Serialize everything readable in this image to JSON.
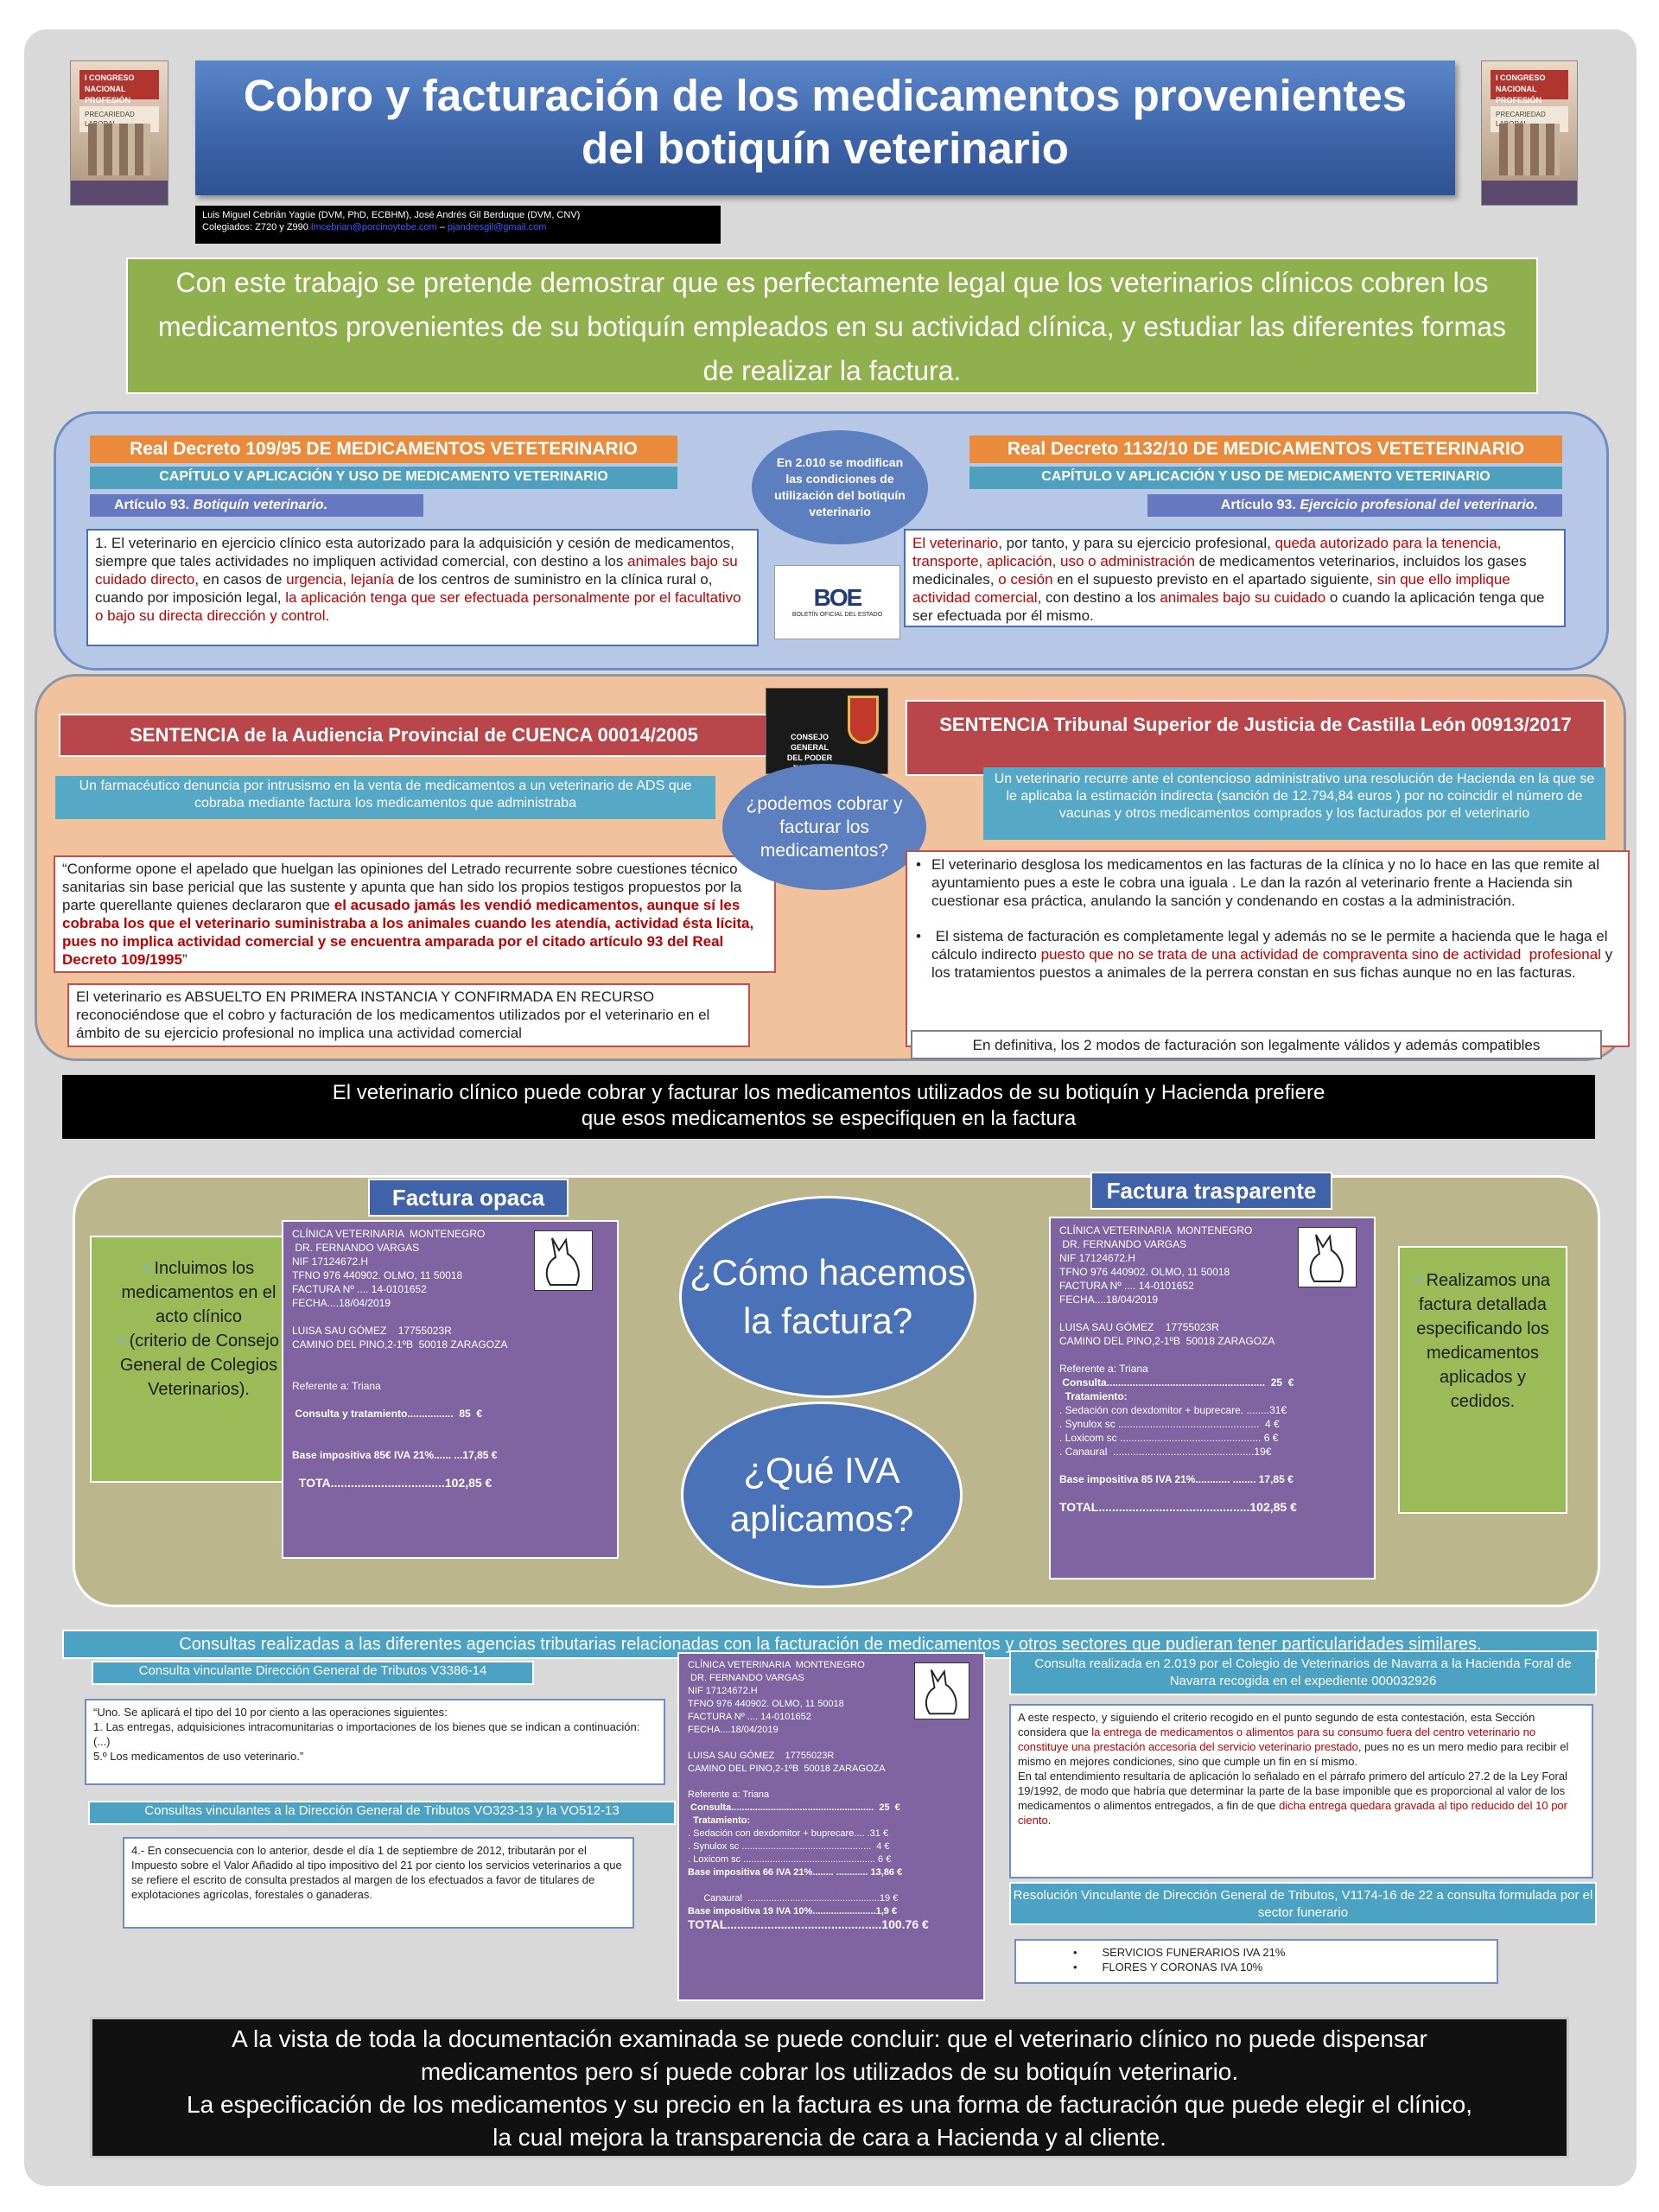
{
  "header": {
    "title_line1": "Cobro y facturación de los medicamentos provenientes",
    "title_line2": "del botiquín veterinario",
    "authors_line1": "Luis Miguel Cebrián Yagüe  (DVM, PhD, ECBHM), José Andrés Gil Berduque (DVM, CNV)",
    "authors_line2_prefix": "Colegiados: Z720 y  Z990 ",
    "email1": "lmcebrian@porcinoytebe.com",
    "email_sep": " – ",
    "email2": "pjandresgil@gmail.com",
    "logo_title": "I CONGRESO NACIONAL PROFESIÓN VETERINARIA",
    "logo_sub": "PRECARIEDAD LABORAL"
  },
  "intro": {
    "line1": "Con este trabajo se pretende demostrar que es perfectamente legal que los veterinarios clínicos cobren los",
    "line2": "medicamentos provenientes de su botiquín empleados en su actividad clínica, y estudiar las diferentes formas",
    "line3": "de realizar la factura."
  },
  "decrees": {
    "left_title": "Real Decreto 109/95  DE MEDICAMENTOS VETETERINARIO",
    "left_chapter": "CAPÍTULO V APLICACIÓN Y USO DE MEDICAMENTO VETERINARIO",
    "left_article_prefix": "Artículo 93. ",
    "left_article_name": "Botiquín veterinario.",
    "left_text": [
      {
        "t": "1. El veterinario en ejercicio clínico esta autorizado para la adquisición y cesión de medicamentos, siempre que tales actividades no impliquen actividad comercial, con destino a los ",
        "r": false
      },
      {
        "t": "animales bajo su cuidado directo",
        "r": true
      },
      {
        "t": ", en casos de ",
        "r": false
      },
      {
        "t": "urgencia, lejanía",
        "r": true
      },
      {
        "t": " de los centros de suministro en la clínica rural o, cuando por imposición legal, ",
        "r": false
      },
      {
        "t": "la aplicación tenga que ser efectuada personalmente por el facultativo o bajo su directa dirección y control",
        "r": true
      },
      {
        "t": ".",
        "r": false
      }
    ],
    "center_oval": "En 2.010 se modifican las condiciones de utilización del botiquín veterinario",
    "boe_logo": "BOE",
    "boe_caption": "BOLETÍN OFICIAL DEL ESTADO",
    "right_title": "Real Decreto 1132/10 DE MEDICAMENTOS VETETERINARIO",
    "right_chapter": "CAPÍTULO V APLICACIÓN Y USO DE MEDICAMENTO VETERINARIO",
    "right_article_prefix": "Artículo 93. ",
    "right_article_name": "Ejercicio profesional del veterinario.",
    "right_text": [
      {
        "t": "El veterinario",
        "r": true
      },
      {
        "t": ", por tanto, y para su ejercicio profesional, ",
        "r": false
      },
      {
        "t": "queda autorizado para la tenencia, transporte, aplicación, uso o administración",
        "r": true
      },
      {
        "t": " de medicamentos veterinarios, incluidos los gases medicinales, ",
        "r": false
      },
      {
        "t": "o cesión",
        "r": true
      },
      {
        "t": " en el supuesto previsto en el apartado siguiente, ",
        "r": false
      },
      {
        "t": "sin que ello implique actividad comercial",
        "r": true
      },
      {
        "t": ", con destino a los ",
        "r": false
      },
      {
        "t": "animales bajo su cuidado",
        "r": true
      },
      {
        "t": " o cuando la aplicación tenga que ser efectuada por él mismo.",
        "r": false
      }
    ]
  },
  "sentences": {
    "left_title": "SENTENCIA de la Audiencia Provincial de CUENCA 00014/2005",
    "left_summary": "Un farmacéutico denuncia por intrusismo  en la venta de  medicamentos a un veterinario de ADS  que cobraba mediante factura los medicamentos  que administraba",
    "left_quote": [
      {
        "t": "“Conforme opone el apelado que huelgan las opiniones del Letrado recurrente sobre cuestiones técnico sanitarias sin base pericial que las sustente y apunta que han sido los propios testigos propuestos por la parte querellante quienes declararon que ",
        "r": false
      },
      {
        "t": "el acusado jamás les vendió medicamentos, aunque sí les cobraba los que el veterinario suministraba a los animales cuando les atendía, actividad ésta lícita, pues no implica actividad comercial y se encuentra amparada por el citado artículo 93 del Real Decreto 109/1995",
        "r": true
      },
      {
        "t": "”",
        "r": false
      }
    ],
    "left_verdict": "El veterinario es ABSUELTO EN PRIMERA INSTANCIA Y CONFIRMADA EN RECURSO reconociéndose que el cobro y facturación de los medicamentos utilizados por el veterinario en el ámbito de su ejercicio profesional  no implica una  actividad comercial",
    "crest_line1": "CONSEJO GENERAL",
    "crest_line2": "DEL PODER JUDICIAL",
    "center_oval": "¿podemos cobrar y facturar los medicamentos?",
    "right_title": "SENTENCIA Tribunal Superior  de Justicia de  Castilla León 00913/2017",
    "right_summary": "Un veterinario recurre ante el contencioso administrativo una resolución de Hacienda en la que se le aplicaba la estimación indirecta (sanción de 12.794,84 euros ) por no coincidir el número de vacunas  y otros medicamentos comprados y los facturados por el veterinario",
    "right_bullet1": "El veterinario desglosa los medicamentos en las facturas de la clínica y no lo hace en las que remite al ayuntamiento pues a este le cobra una iguala . Le dan la razón al veterinario frente a Hacienda sin cuestionar esa práctica, anulando la sanción y condenando en costas a la administración.",
    "right_bullet2": [
      {
        "t": " El sistema de facturación es completamente legal y además no se le permite a hacienda que le haga el cálculo indirecto ",
        "r": false
      },
      {
        "t": "puesto que no se trata de una actividad de compraventa sino de actividad  profesional",
        "r": true
      },
      {
        "t": " y los tratamientos puestos a animales de la perrera constan en sus fichas aunque no en las facturas.",
        "r": false
      }
    ],
    "right_conclusion": "En definitiva, los 2 modos de facturación son legalmente válidos y además compatibles"
  },
  "summary_bar": {
    "line1": "El veterinario clínico puede cobrar y facturar los medicamentos utilizados de su botiquín y  Hacienda prefiere",
    "line2": "que esos medicamentos se especifiquen en la factura"
  },
  "invoices": {
    "opaque_title": "Factura opaca",
    "transparent_title": "Factura trasparente",
    "opaque_note_bullet": "•",
    "opaque_note_a": "Incluimos los medicamentos en el acto clínico",
    "opaque_note_b": "(criterio de Consejo General de Colegios Veterinarios).",
    "transparent_note": "Realizamos una factura detallada especificando los medicamentos aplicados y cedidos.",
    "oval1": "¿Cómo hacemos la factura?",
    "oval2": "¿Qué IVA aplicamos?",
    "opaque_lines": [
      "CLÍNICA VETERINARIA  MONTENEGRO",
      " DR. FERNANDO VARGAS",
      "NIF 17124672.H",
      "TFNO 976 440902. OLMO, 11 50018",
      "FACTURA Nº .... 14-0101652",
      "FECHA....18/04/2019",
      "",
      "LUISA SAU GÓMEZ    17755023R",
      "CAMINO DEL PINO,2-1ºB  50018 ZARAGOZA",
      "",
      "",
      "Referente a: Triana",
      "",
      " Consulta y tratamiento................  85  €",
      "",
      "",
      "Base impositiva 85€ IVA 21%...... ...17,85 €",
      "",
      "  TOTA..................................102,85 €"
    ],
    "transparent_lines": [
      "CLÍNICA VETERINARIA  MONTENEGRO",
      " DR. FERNANDO VARGAS",
      "NIF 17124672.H",
      "TFNO 976 440902. OLMO, 11 50018",
      "FACTURA Nº .... 14-0101652",
      "FECHA....18/04/2019",
      "",
      "LUISA SAU GÓMEZ    17755023R",
      "CAMINO DEL PINO,2-1ºB  50018 ZARAGOZA",
      "",
      "Referente a: Triana",
      " Consulta.......................................................  25  €",
      "  Tratamiento:",
      ". Sedación con dexdomitor + buprecare. ........31€",
      ". Synulox sc .................................................  4 €",
      ". Loxicom sc ................................................. 6 €",
      ". Canaural  .................................................19€",
      "",
      "Base impositiva 85 IVA 21%............ ........ 17,85 €",
      "",
      "TOTAL.............................................102,85 €"
    ]
  },
  "consultations": {
    "bar": "Consultas realizadas a las diferentes agencias tributarias relacionadas con la facturación de medicamentos y otros sectores que pudieran tener particularidades similares.",
    "c1_title": "Consulta  vinculante Dirección General de Tributos  V3386-14",
    "c1_text": "“Uno. Se aplicará el tipo del 10 por ciento a las operaciones siguientes:\n1. Las entregas, adquisiciones intracomunitarias o importaciones de los bienes que se indican a continuación:\n(...)\n5.º Los medicamentos de uso veterinario.”",
    "c2_title": "Consultas vinculantes  a la Dirección General de Tributos  VO323-13 y la VO512-13",
    "c2_text": "4.- En consecuencia con lo anterior, desde el día 1 de septiembre de 2012, tributarán por el Impuesto sobre el Valor Añadido al tipo impositivo del 21 por ciento los servicios veterinarios a que se refiere el escrito de consulta prestados al margen de los efectuados a favor de titulares de explotaciones agrícolas, forestales o ganaderas.",
    "center_invoice_lines": [
      "CLÍNICA VETERINARIA  MONTENEGRO",
      " DR. FERNANDO VARGAS",
      "NIF 17124672.H",
      "TFNO 976 440902. OLMO, 11 50018",
      "FACTURA Nº .... 14-0101652",
      "FECHA....18/04/2019",
      "",
      "LUISA SAU GÓMEZ    17755023R",
      "CAMINO DEL PINO,2-1ºB  50018 ZARAGOZA",
      "",
      "Referente a: Triana",
      " Consulta......................................................  25  €",
      "  Tratamiento:",
      ". Sedación con dexdomitor + buprecare.... .31 €",
      ". Synulox sc .................................................  4 €",
      ". Loxicom sc .................................................. 6 €",
      "Base impositiva 66 IVA 21%........ ............ 13,86 €",
      "",
      "      Canaural  ..................................................19 €",
      "Base impositiva 19 IVA 10%........................1,9 €",
      "TOTAL..............................................100.76 €"
    ],
    "c3_title": "Consulta realizada en 2.019 por el Colegio de Veterinarios de Navarra a la Hacienda Foral de Navarra recogida en el expediente 000032926",
    "c3_text": [
      {
        "t": "A este respecto, y siguiendo el criterio recogido en el punto segundo de esta contestación, esta Sección considera que ",
        "r": false
      },
      {
        "t": "la entrega de medicamentos o alimentos para su consumo fuera del centro veterinario no constituye una prestación accesoria del servicio veterinario prestado",
        "r": true
      },
      {
        "t": ", pues no es un mero medio para recibir el mismo en mejores condiciones, sino que cumple un fin en sí mismo.\nEn tal entendimiento resultaría de aplicación lo señalado en el párrafo primero del artículo 27.2 de la Ley Foral 19/1992, de modo que habría que determinar la parte de la base imponible que es proporcional al valor de los medicamentos o alimentos entregados, a fin de que ",
        "r": false
      },
      {
        "t": "dicha entrega quedara gravada al tipo reducido del 10 por ciento",
        "r": true
      },
      {
        "t": ".",
        "r": false
      }
    ],
    "c4_title": "Resolución Vinculante de Dirección General de Tributos, V1174-16 de 22  a consulta formulada por el  sector funerario",
    "c4_item1": "SERVICIOS FUNERARIOS IVA 21%",
    "c4_item2": "FLORES Y CORONAS IVA 10%"
  },
  "conclusion": {
    "line1": "A la vista de toda la documentación examinada se puede concluir: que el veterinario clínico no puede dispensar",
    "line2": "medicamentos pero sí puede cobrar los utilizados de su botiquín veterinario.",
    "line3": "La especificación de los medicamentos y su precio en la factura es una forma de facturación que puede elegir el clínico,",
    "line4": "la cual mejora la transparencia de cara a Hacienda y al cliente."
  },
  "colors": {
    "title_blue": "#3e66ab",
    "intro_green": "#8fb04d",
    "orange": "#ea8a3c",
    "red_highlight": "#c00000",
    "invoice_purple": "#8064a2",
    "olive_panel": "#bcb68c"
  }
}
